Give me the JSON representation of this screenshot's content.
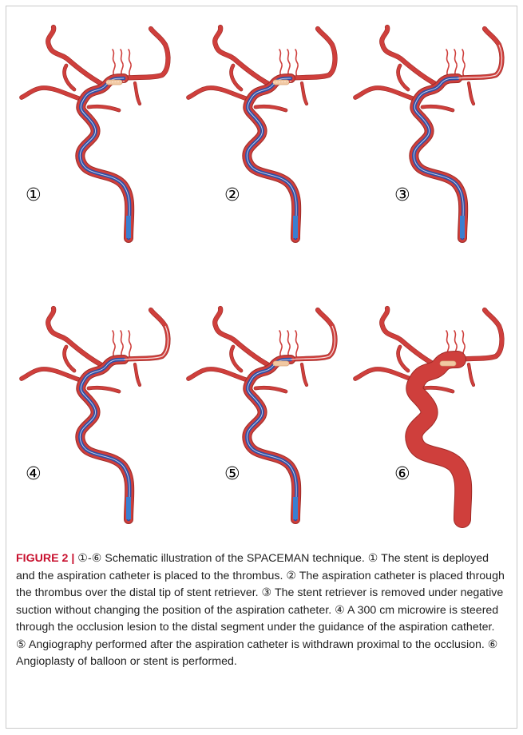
{
  "panels": [
    {
      "label": "①",
      "stent": true,
      "catheter": true,
      "retriever": true,
      "wire": false,
      "balloon": false
    },
    {
      "label": "②",
      "stent": true,
      "catheter": true,
      "retriever": true,
      "wire": false,
      "balloon": false
    },
    {
      "label": "③",
      "stent": false,
      "catheter": true,
      "retriever": false,
      "wire": true,
      "balloon": false
    },
    {
      "label": "④",
      "stent": false,
      "catheter": true,
      "retriever": false,
      "wire": true,
      "balloon": false
    },
    {
      "label": "⑤",
      "stent": true,
      "catheter": true,
      "retriever": false,
      "wire": true,
      "balloon": false
    },
    {
      "label": "⑥",
      "stent": true,
      "catheter": false,
      "retriever": false,
      "wire": false,
      "balloon": true
    }
  ],
  "caption": {
    "figure_label": "FIGURE 2 |",
    "text": " ①-⑥ Schematic illustration of the SPACEMAN technique. ① The stent is deployed and the aspiration catheter is placed to the thrombus. ② The aspiration catheter is placed through the thrombus over the distal tip of stent retriever. ③ The stent retriever is removed under negative suction without changing the position of the aspiration catheter. ④ A 300 cm microwire is steered through the occlusion lesion to the distal segment under the guidance of the aspiration catheter. ⑤ Angiography performed after the aspiration catheter is withdrawn proximal to the occlusion. ⑥ Angioplasty of balloon or stent is performed."
  },
  "colors": {
    "vessel": "#cf3f3c",
    "vessel_dark": "#9e2a26",
    "catheter": "#2f4fa6",
    "catheter_tip": "#3a7fd0",
    "stent": "#f1c8a2",
    "figure_label": "#c8102e"
  }
}
